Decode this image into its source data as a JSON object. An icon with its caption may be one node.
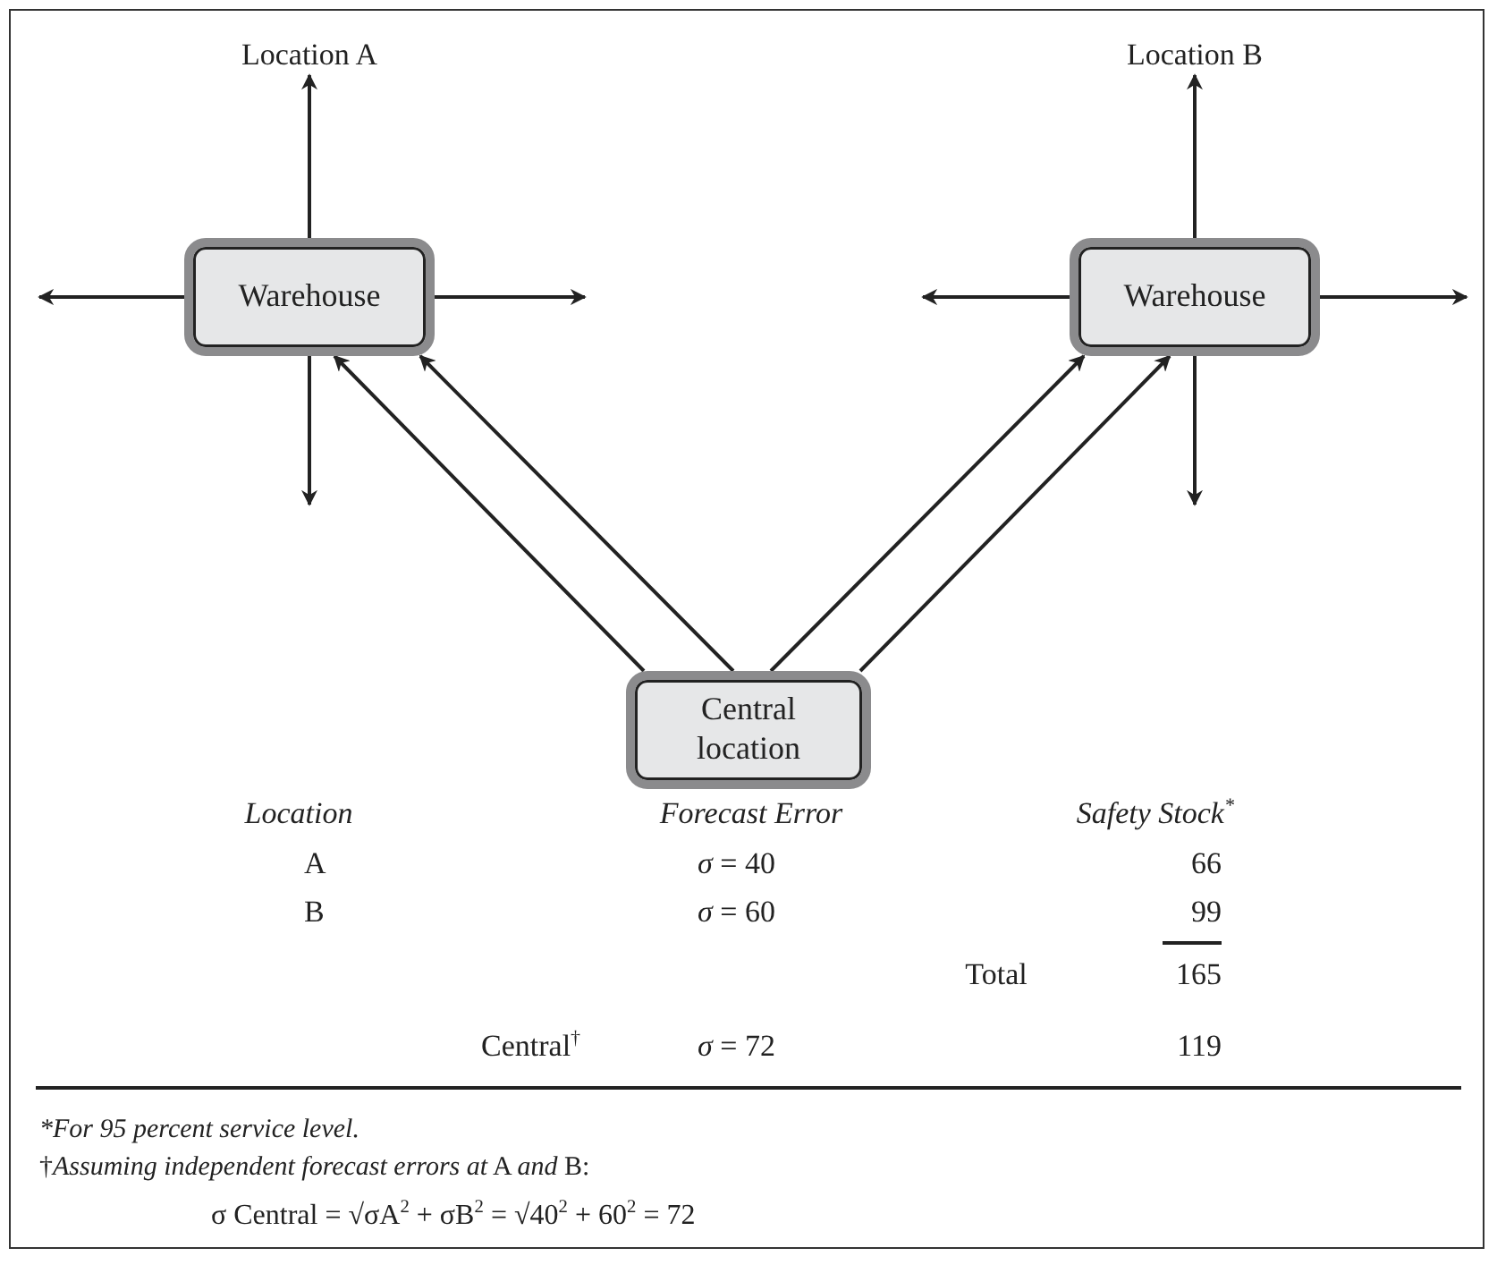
{
  "diagram": {
    "nodes": [
      {
        "text": [
          "Warehouse"
        ]
      },
      {
        "text": [
          "Warehouse"
        ]
      },
      {
        "text": [
          "Central location"
        ]
      },
      {
        "text": [
          "Location A"
        ]
      },
      {
        "text": [
          "Location B"
        ]
      }
    ],
    "edges": [
      {
        "from": 2,
        "to": 0,
        "arrow": "to"
      },
      {
        "from": 2,
        "to": 0,
        "arrow": "to"
      },
      {
        "from": 2,
        "to": 1,
        "arrow": "to"
      },
      {
        "from": 2,
        "to": 1,
        "arrow": "to"
      },
      {
        "from": 0,
        "to": 3,
        "arrow": "to"
      },
      {
        "from": 0,
        "to": null,
        "arrow": "to"
      },
      {
        "from": 0,
        "to": null,
        "arrow": "to"
      },
      {
        "from": 0,
        "to": null,
        "arrow": "to"
      },
      {
        "from": 1,
        "to": 4,
        "arrow": "to"
      },
      {
        "from": 1,
        "to": null,
        "arrow": "to"
      },
      {
        "from": 1,
        "to": null,
        "arrow": "to"
      },
      {
        "from": 1,
        "to": null,
        "arrow": "to"
      }
    ],
    "labels": [
      "Location",
      "Forecast Error",
      "Safety Stock$^{*}$",
      "A",
      "*σ* = 40",
      "66",
      "B",
      "*σ* = 60",
      "99",
      "Total",
      "165",
      "Central$^{†}$",
      "*σ* = 72",
      "119",
      "*For 95 percent service level.",
      "†*Assuming independent forecast errors at* A *and* B:",
      "σ Central = √σA$^{2}$ + σB$^{2}$ = √40$^{2}$ + 60$^{2}$ = 72"
    ]
  }
}
